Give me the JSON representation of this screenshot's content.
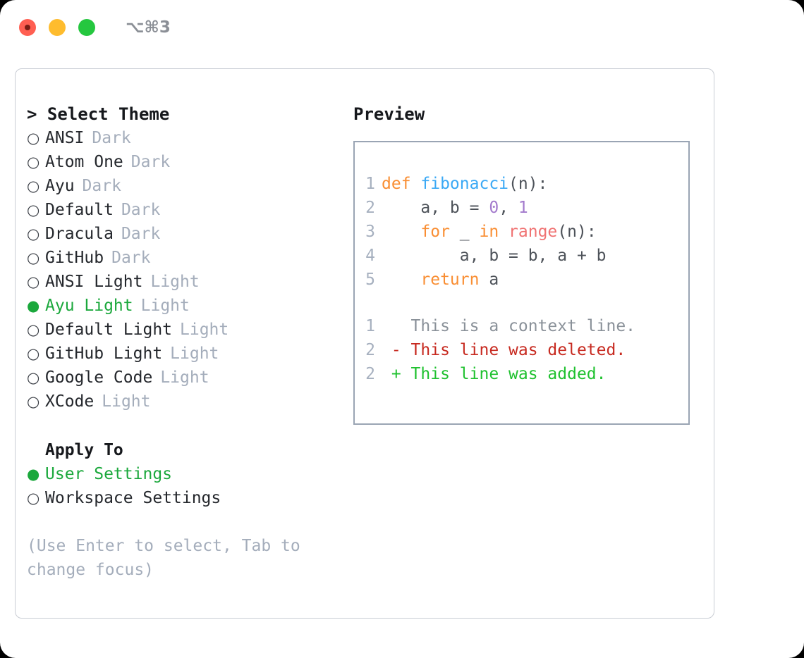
{
  "window": {
    "title": "⌥⌘3",
    "traffic_lights": [
      "close-red",
      "minimize-yellow",
      "zoom-green"
    ]
  },
  "theme_panel": {
    "header": "> Select Theme",
    "items": [
      {
        "bullet": "○",
        "label": "ANSI",
        "variant": "Dark",
        "selected": false
      },
      {
        "bullet": "○",
        "label": "Atom One",
        "variant": "Dark",
        "selected": false
      },
      {
        "bullet": "○",
        "label": "Ayu",
        "variant": "Dark",
        "selected": false
      },
      {
        "bullet": "○",
        "label": "Default",
        "variant": "Dark",
        "selected": false
      },
      {
        "bullet": "○",
        "label": "Dracula",
        "variant": "Dark",
        "selected": false
      },
      {
        "bullet": "○",
        "label": "GitHub",
        "variant": "Dark",
        "selected": false
      },
      {
        "bullet": "○",
        "label": "ANSI Light",
        "variant": "Light",
        "selected": false
      },
      {
        "bullet": "●",
        "label": "Ayu Light",
        "variant": "Light",
        "selected": true
      },
      {
        "bullet": "○",
        "label": "Default Light",
        "variant": "Light",
        "selected": false
      },
      {
        "bullet": "○",
        "label": "GitHub Light",
        "variant": "Light",
        "selected": false
      },
      {
        "bullet": "○",
        "label": "Google Code",
        "variant": "Light",
        "selected": false
      },
      {
        "bullet": "○",
        "label": "XCode",
        "variant": "Light",
        "selected": false
      }
    ]
  },
  "apply_to": {
    "header": "Apply To",
    "items": [
      {
        "bullet": "●",
        "label": "User Settings",
        "selected": true
      },
      {
        "bullet": "○",
        "label": "Workspace Settings",
        "selected": false
      }
    ]
  },
  "hint": "(Use Enter to select, Tab to change focus)",
  "preview": {
    "title": "Preview",
    "code_lines": [
      {
        "lineno": "1",
        "tokens": [
          {
            "text": "def ",
            "cls": "t-kw"
          },
          {
            "text": "fibonacci",
            "cls": "t-fn"
          },
          {
            "text": "(n):",
            "cls": "t-pl"
          }
        ]
      },
      {
        "lineno": "2",
        "tokens": [
          {
            "text": "    a, b = ",
            "cls": "t-pl"
          },
          {
            "text": "0",
            "cls": "t-num"
          },
          {
            "text": ", ",
            "cls": "t-pl"
          },
          {
            "text": "1",
            "cls": "t-num"
          }
        ]
      },
      {
        "lineno": "3",
        "tokens": [
          {
            "text": "    ",
            "cls": "t-pl"
          },
          {
            "text": "for",
            "cls": "t-kw"
          },
          {
            "text": " _ ",
            "cls": "t-pl"
          },
          {
            "text": "in",
            "cls": "t-kw"
          },
          {
            "text": " ",
            "cls": "t-pl"
          },
          {
            "text": "range",
            "cls": "t-call"
          },
          {
            "text": "(n):",
            "cls": "t-pl"
          }
        ]
      },
      {
        "lineno": "4",
        "tokens": [
          {
            "text": "        a, b = b, a + b",
            "cls": "t-pl"
          }
        ]
      },
      {
        "lineno": "5",
        "tokens": [
          {
            "text": "    ",
            "cls": "t-pl"
          },
          {
            "text": "return",
            "cls": "t-kw"
          },
          {
            "text": " a",
            "cls": "t-pl"
          }
        ]
      }
    ],
    "diff_lines": [
      {
        "lineno": "1",
        "tokens": [
          {
            "text": "   This is a context line.",
            "cls": "t-ctx"
          }
        ]
      },
      {
        "lineno": "2",
        "tokens": [
          {
            "text": " - This line was deleted.",
            "cls": "t-del"
          }
        ]
      },
      {
        "lineno": "2",
        "tokens": [
          {
            "text": " + This line was added.",
            "cls": "t-add"
          }
        ]
      }
    ]
  },
  "colors": {
    "accent_green": "#1ba83c",
    "muted": "#a4adbb",
    "keyword": "#f98e33",
    "function": "#3ba9f5",
    "number": "#a37acc",
    "call": "#f07272",
    "diff_added": "#1fc12f",
    "diff_deleted": "#c72a20",
    "panel_border": "#c9cdd4",
    "preview_border": "#9aa5b4"
  }
}
